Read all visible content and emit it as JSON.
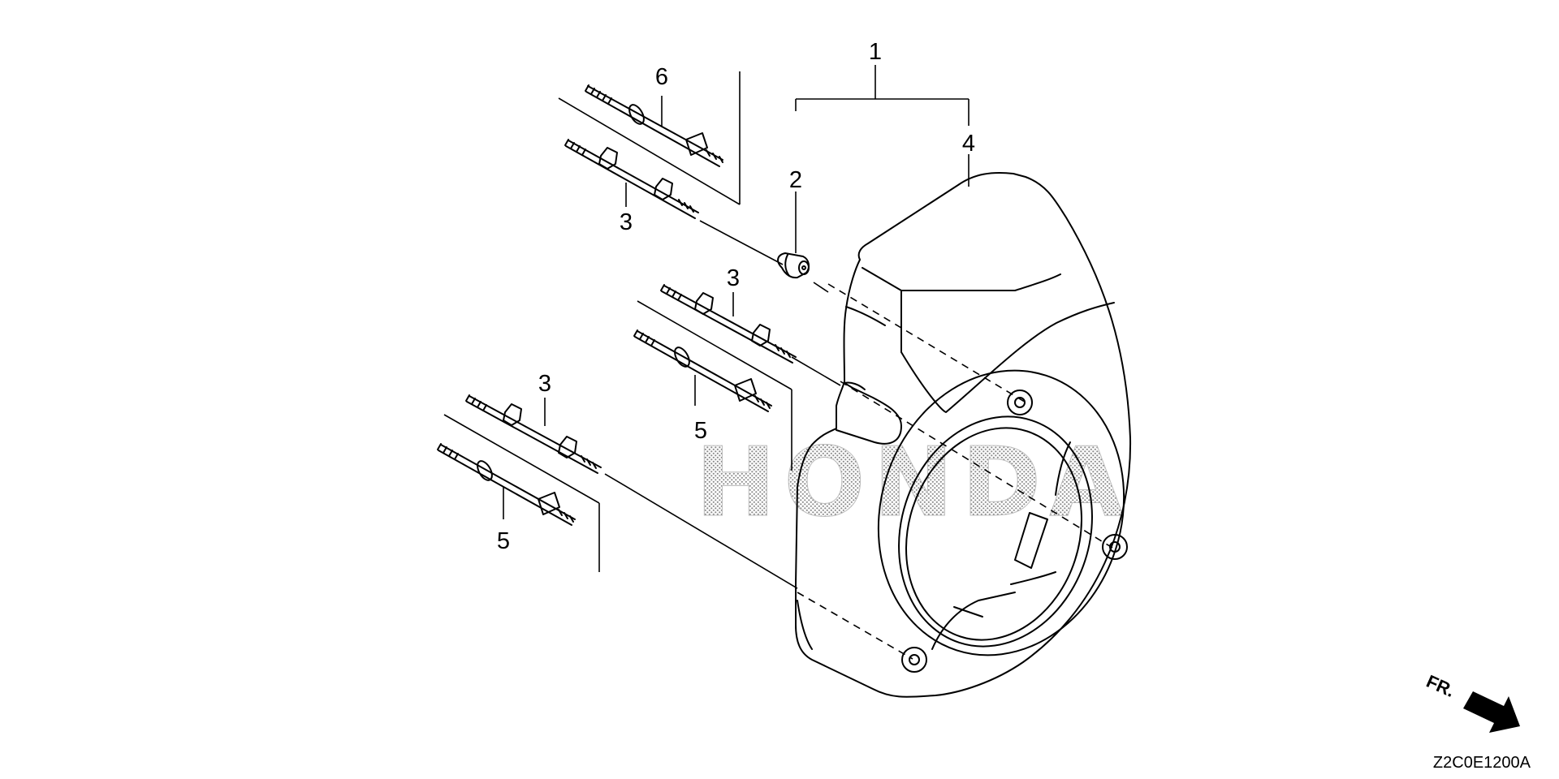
{
  "watermark": "HONDA",
  "callouts": {
    "c1": "1",
    "c2": "2",
    "c4": "4",
    "c6": "6",
    "c3a": "3",
    "c3b": "3",
    "c3c": "3",
    "c5a": "5",
    "c5b": "5"
  },
  "front_indicator": "FR.",
  "diagram_code": "Z2C0E1200A",
  "colors": {
    "line": "#000000",
    "background": "#ffffff",
    "watermark": "#9a9a9a"
  },
  "icons": {
    "front_arrow": "arrow-right-down-icon"
  }
}
